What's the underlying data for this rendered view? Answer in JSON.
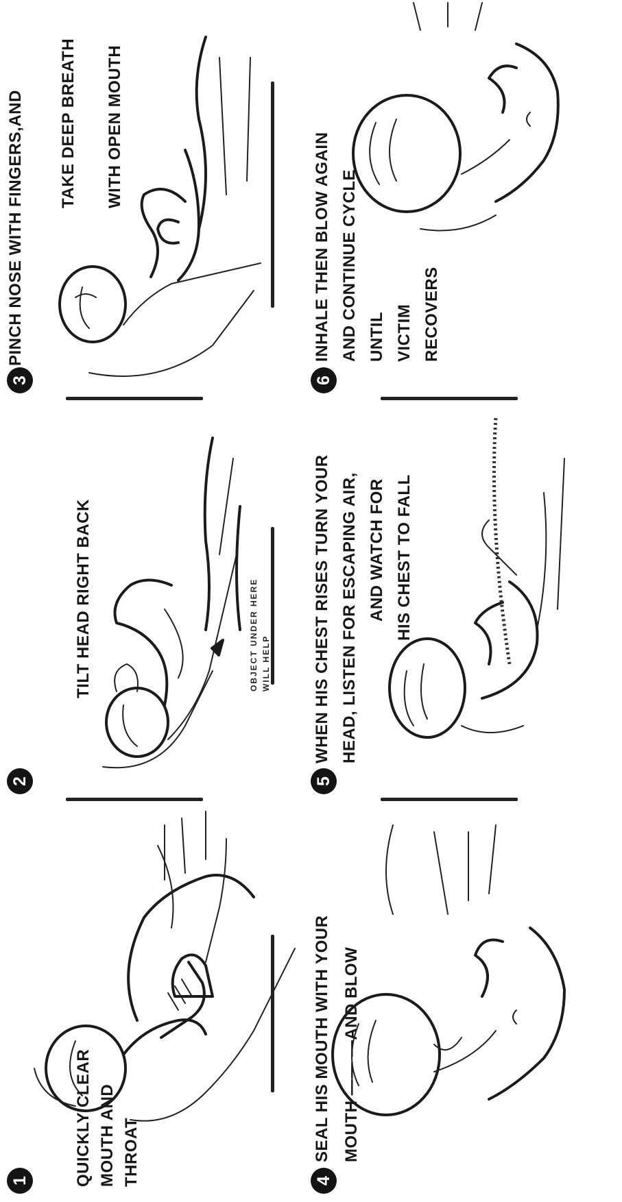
{
  "steps": [
    {
      "number": "1",
      "lines": [
        "QUICKLY CLEAR",
        "MOUTH AND",
        "THROAT"
      ]
    },
    {
      "number": "2",
      "lines": [
        "TILT HEAD RIGHT BACK"
      ],
      "note_lines": [
        "OBJECT UNDER HERE",
        "WILL HELP"
      ]
    },
    {
      "number": "3",
      "lines": [
        "PINCH NOSE WITH FINGERS,AND",
        "TAKE DEEP BREATH",
        "WITH OPEN MOUTH"
      ]
    },
    {
      "number": "4",
      "lines": [
        "SEAL HIS MOUTH  WITH YOUR",
        "MOUTH —— —AND BLOW"
      ]
    },
    {
      "number": "5",
      "lines": [
        "WHEN HIS CHEST RISES TURN YOUR",
        "HEAD, LISTEN FOR ESCAPING AIR,",
        "AND WATCH FOR",
        "HIS CHEST TO FALL"
      ]
    },
    {
      "number": "6",
      "lines": [
        "INHALE THEN BLOW AGAIN",
        "AND CONTINUE CYCLE",
        "UNTIL",
        "VICTIM",
        "RECOVERS"
      ]
    }
  ]
}
